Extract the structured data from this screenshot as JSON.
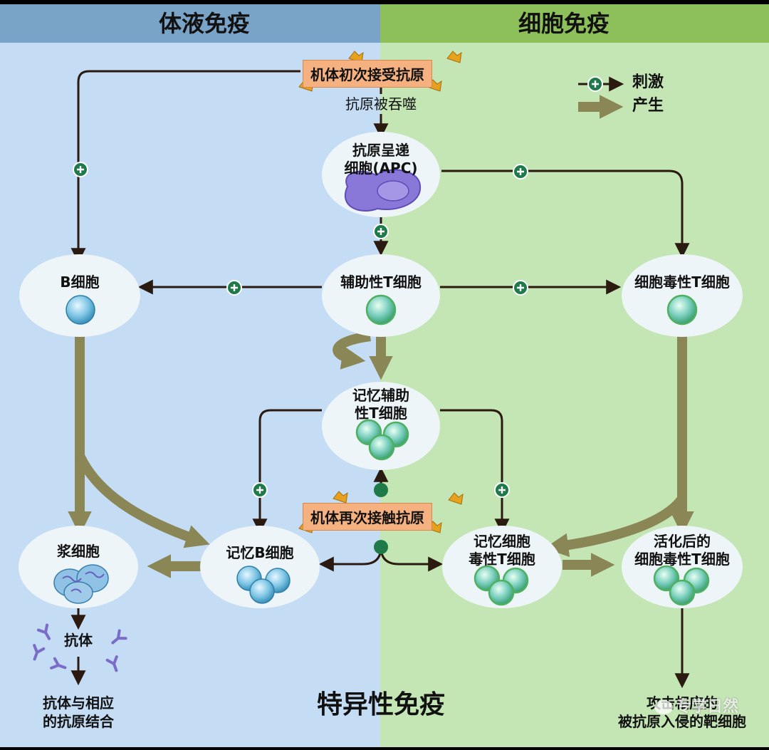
{
  "headers": {
    "humoral": "体液免疫",
    "cellular": "细胞免疫"
  },
  "legend": {
    "stimulate": "刺激",
    "produce": "产生"
  },
  "events": {
    "first_contact": "机体初次接受抗原",
    "engulfed": "抗原被吞噬",
    "second_contact": "机体再次接触抗原"
  },
  "cells": {
    "apc_line1": "抗原呈递",
    "apc_line2": "细胞(APC)",
    "b_cell": "B细胞",
    "helper_t": "辅助性T细胞",
    "cytotoxic_t": "细胞毒性T细胞",
    "memory_helper_line1": "记忆辅助",
    "memory_helper_line2": "性T细胞",
    "plasma": "浆细胞",
    "memory_b": "记忆B细胞",
    "memory_cyto_line1": "记忆细胞",
    "memory_cyto_line2": "毒性T细胞",
    "activated_line1": "活化后的",
    "activated_line2": "细胞毒性T细胞"
  },
  "outcomes": {
    "antibody": "抗体",
    "binding_line1": "抗体与相应",
    "binding_line2": "的抗原结合",
    "attack_line1": "攻击相应的",
    "attack_line2": "被抗原入侵的靶细胞"
  },
  "footer": {
    "title": "特异性免疫",
    "watermark": "专学日然"
  },
  "colors": {
    "humoral_header": "#7aa3c8",
    "humoral_bg": "#c5dcf5",
    "cellular_header": "#8dbf5a",
    "cellular_bg": "#c4e6b4",
    "node_fill": "#eef5f8",
    "thin_arrow": "#2a1a10",
    "thick_arrow": "#8a8656",
    "stimulus_dot": "#1f7a4a",
    "b_cell": "#5fb6d8",
    "t_cell": "#6fd28a",
    "apc": "#8a78d8",
    "antibody": "#7a6cc8",
    "banner": "#f5b17f"
  }
}
